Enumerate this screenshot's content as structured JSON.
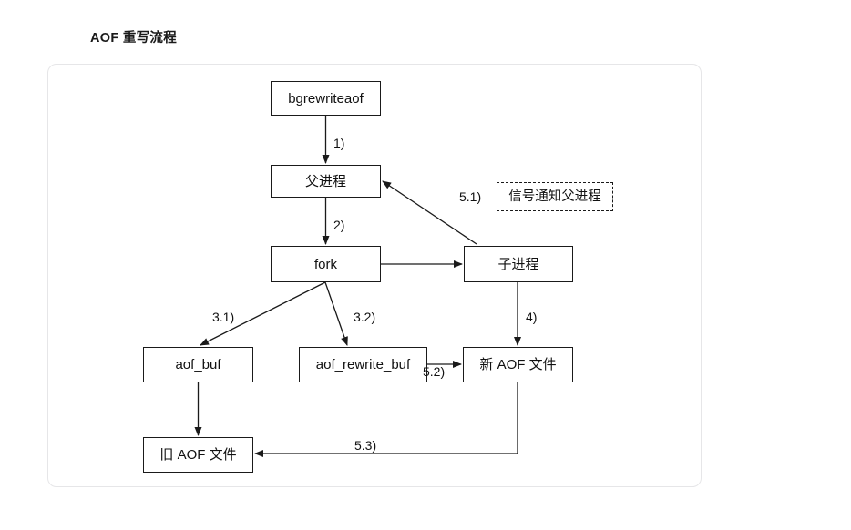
{
  "page": {
    "title": "AOF 重写流程"
  },
  "diagram": {
    "type": "flowchart",
    "nodes": [
      {
        "id": "bgrewriteaof",
        "label": "bgrewriteaof",
        "shape": "rect"
      },
      {
        "id": "parent",
        "label": "父进程",
        "shape": "rect"
      },
      {
        "id": "signal",
        "label": "信号通知父进程",
        "shape": "rect-dashed"
      },
      {
        "id": "fork",
        "label": "fork",
        "shape": "rect"
      },
      {
        "id": "child",
        "label": "子进程",
        "shape": "rect"
      },
      {
        "id": "aof_buf",
        "label": "aof_buf",
        "shape": "rect"
      },
      {
        "id": "aof_rewrite_buf",
        "label": "aof_rewrite_buf",
        "shape": "rect"
      },
      {
        "id": "new_aof",
        "label": "新 AOF 文件",
        "shape": "rect"
      },
      {
        "id": "old_aof",
        "label": "旧 AOF 文件",
        "shape": "rect"
      }
    ],
    "edges": [
      {
        "id": "e1",
        "from": "bgrewriteaof",
        "to": "parent",
        "label": "1)"
      },
      {
        "id": "e2",
        "from": "parent",
        "to": "fork",
        "label": "2)"
      },
      {
        "id": "e3",
        "from": "fork",
        "to": "child",
        "label": ""
      },
      {
        "id": "e31",
        "from": "fork",
        "to": "aof_buf",
        "label": "3.1)"
      },
      {
        "id": "e32",
        "from": "fork",
        "to": "aof_rewrite_buf",
        "label": "3.2)"
      },
      {
        "id": "e4",
        "from": "child",
        "to": "new_aof",
        "label": "4)"
      },
      {
        "id": "e51",
        "from": "child",
        "to": "parent",
        "label": "5.1)"
      },
      {
        "id": "e52",
        "from": "aof_rewrite_buf",
        "to": "new_aof",
        "label": "5.2)"
      },
      {
        "id": "e53",
        "from": "new_aof",
        "to": "old_aof",
        "label": "5.3)"
      },
      {
        "id": "e_aofbuf_oldaof",
        "from": "aof_buf",
        "to": "old_aof",
        "label": ""
      }
    ],
    "colors": {
      "stroke": "#1a1a1a",
      "fill": "#ffffff",
      "text": "#111111",
      "card_border": "#e6e6e8",
      "background": "#ffffff"
    }
  }
}
